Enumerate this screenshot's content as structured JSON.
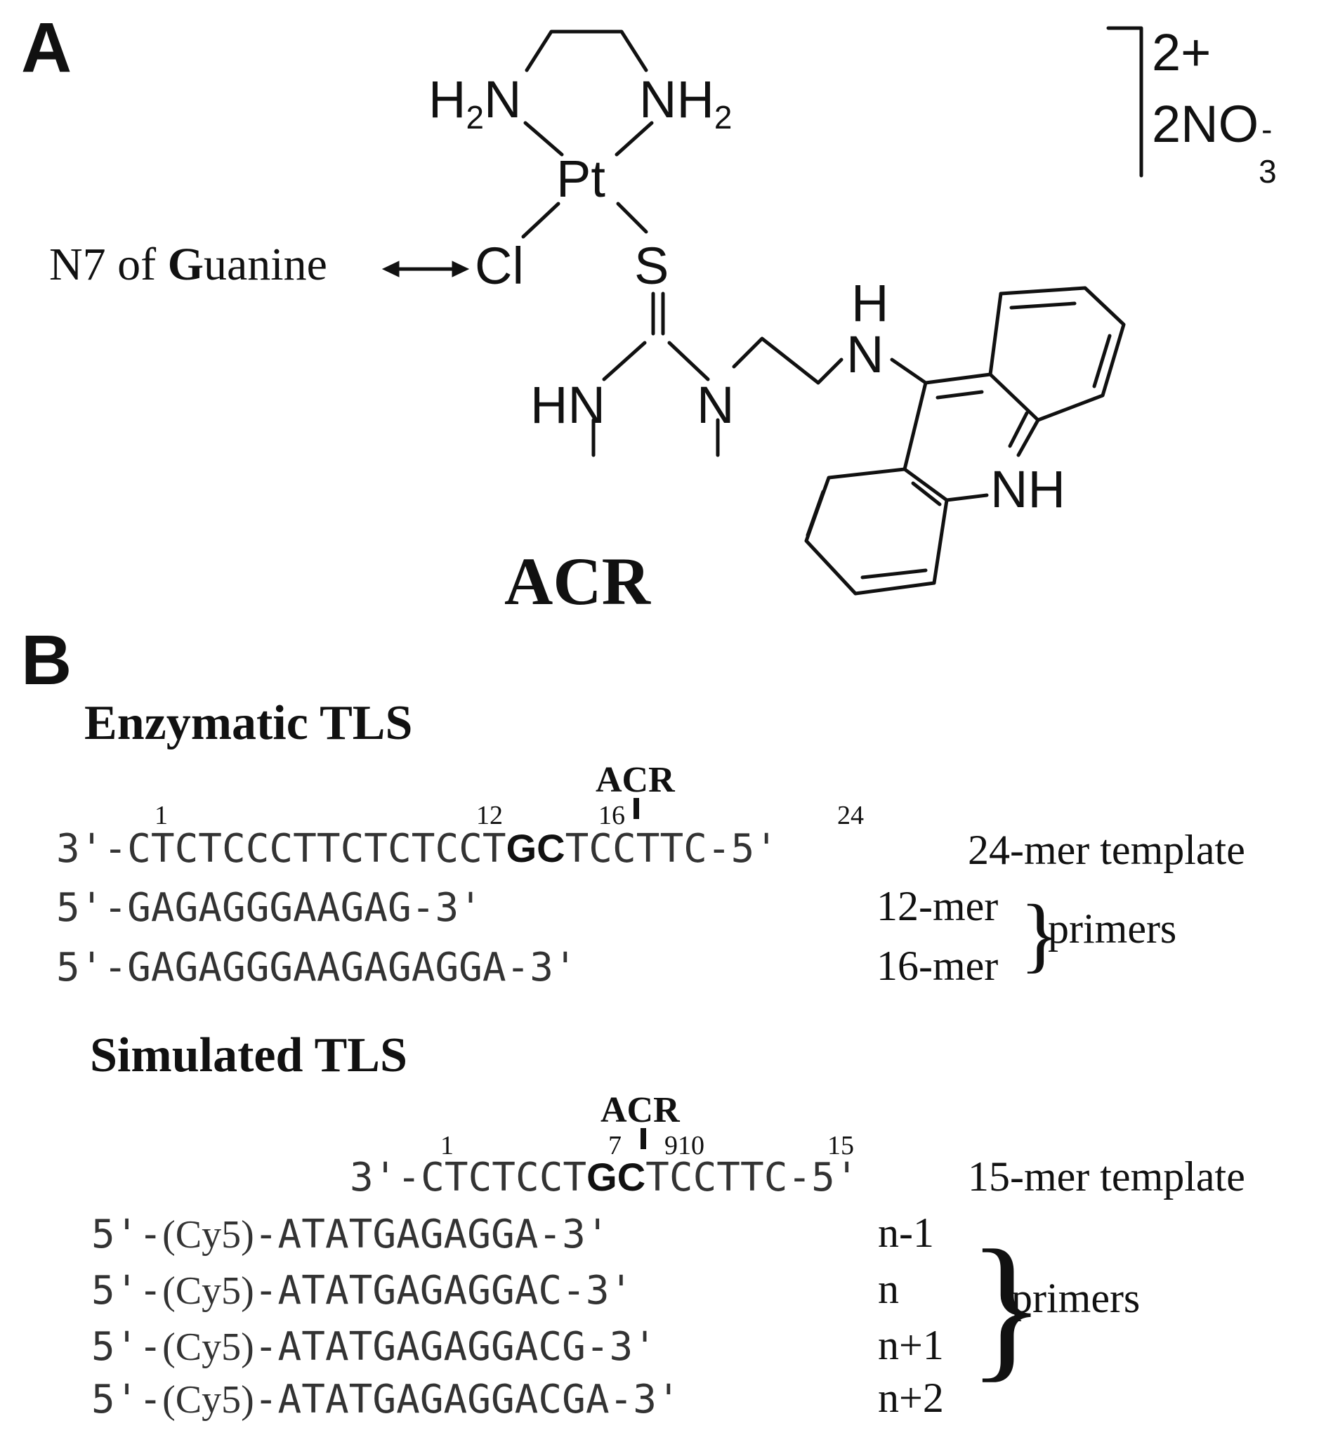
{
  "panel_a": {
    "letter": "A",
    "charge": "2+",
    "counterion": "2NO",
    "counterion_sub": "3",
    "counterion_sup": "-",
    "h2n_left": "H",
    "h2n_left_sub": "2",
    "h2n_left_n": "N",
    "nh2_right": "NH",
    "nh2_right_sub": "2",
    "pt": "Pt",
    "cl": "Cl",
    "s": "S",
    "n7_prefix": "N7 of ",
    "n7_g": "G",
    "n7_suffix": "uanine",
    "hn_left": "HN",
    "n_mid": "N",
    "h_top": "H",
    "n_top": "N",
    "nh_ring": "NH",
    "compound_name": "ACR"
  },
  "panel_b": {
    "letter": "B",
    "enzymatic": {
      "heading": "Enzymatic TLS",
      "acr_label": "ACR",
      "positions": [
        "1",
        "12",
        "16",
        "24"
      ],
      "template_pre": "3'-CTCTCCCTTCTCTCCT",
      "template_bold": "GC",
      "template_post": "TCCTTC-5'",
      "template_label": "24-mer template",
      "primers": [
        {
          "seq": "5'-GAGAGGGAAGAG-3'",
          "label": "12-mer"
        },
        {
          "seq": "5'-GAGAGGGAAGAGAGGA-3'",
          "label": "16-mer"
        }
      ],
      "primers_label": "primers"
    },
    "simulated": {
      "heading": "Simulated TLS",
      "acr_label": "ACR",
      "positions": [
        "1",
        "7",
        "910",
        "15"
      ],
      "template_pre": "3'-CTCTCCT",
      "template_bold": "GC",
      "template_post": "TCCTTC-5'",
      "template_label": "15-mer template",
      "primers": [
        {
          "prefix": "5'-",
          "cy5": "(Cy5)",
          "seq": "-ATATGAGAGGA-3'",
          "label": "n-1"
        },
        {
          "prefix": "5'-",
          "cy5": "(Cy5)",
          "seq": "-ATATGAGAGGAC-3'",
          "label": "n"
        },
        {
          "prefix": "5'-",
          "cy5": "(Cy5)",
          "seq": "-ATATGAGAGGACG-3'",
          "label": "n+1"
        },
        {
          "prefix": "5'-",
          "cy5": "(Cy5)",
          "seq": "-ATATGAGAGGACGA-3'",
          "label": "n+2"
        }
      ],
      "primers_label": "primers"
    }
  }
}
